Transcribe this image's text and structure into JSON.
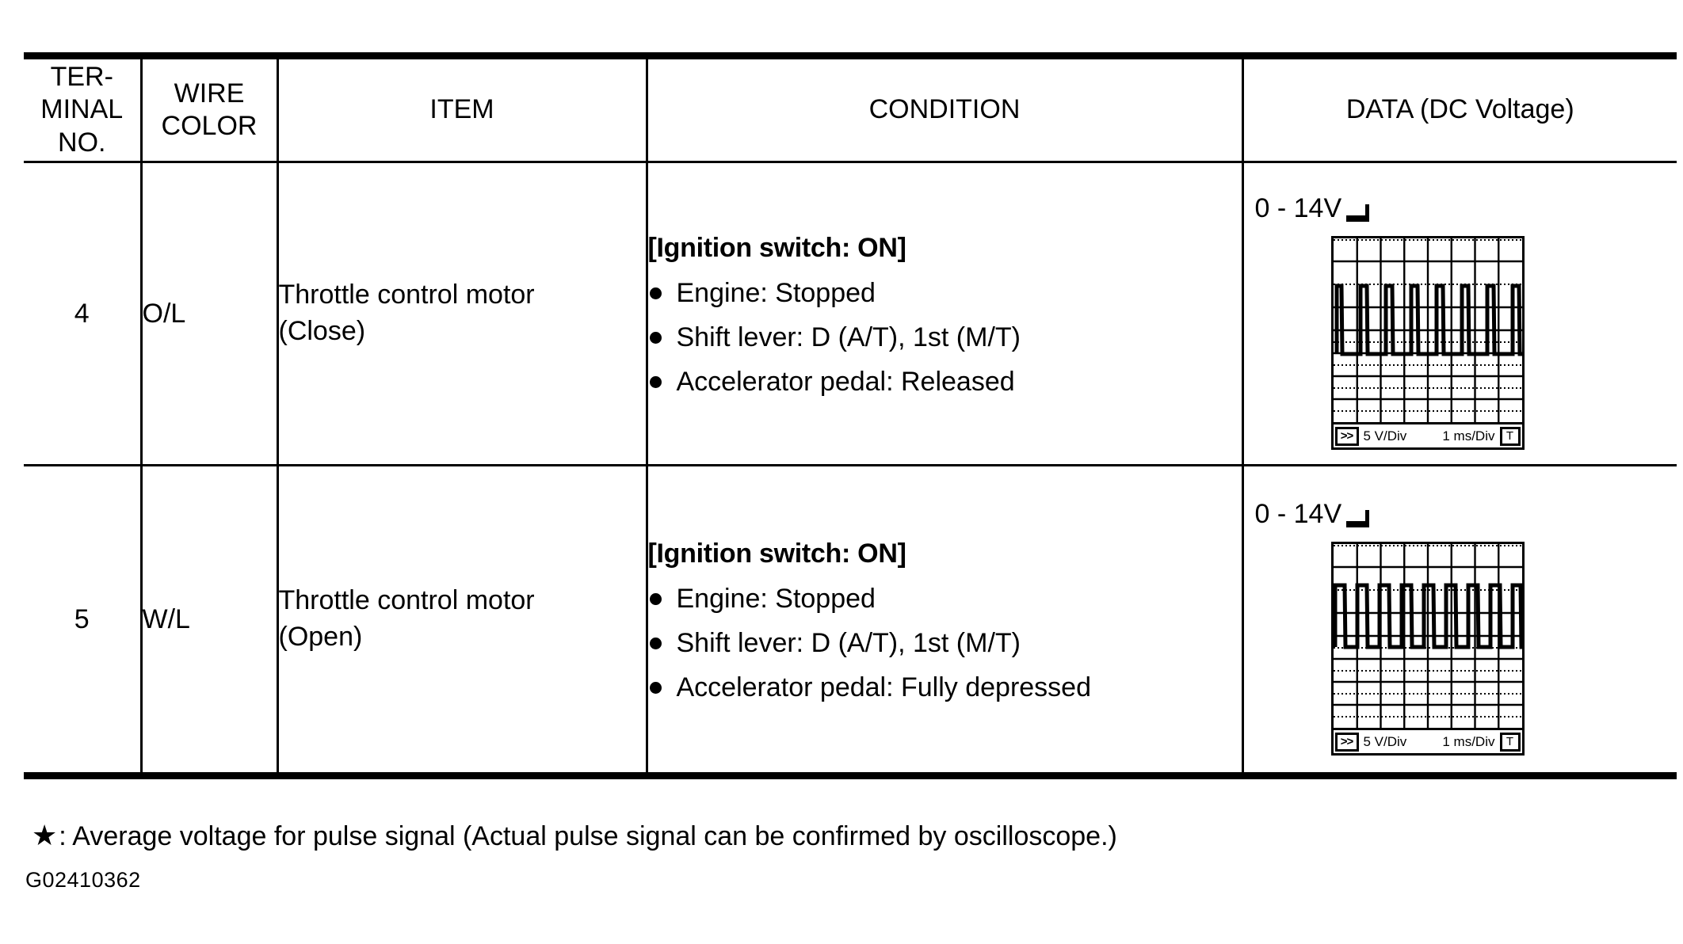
{
  "table": {
    "headers": {
      "terminal_no": "TER-\nMINAL\nNO.",
      "terminal_no_lines": [
        "TER-",
        "MINAL",
        "NO."
      ],
      "wire_color_lines": [
        "WIRE",
        "COLOR"
      ],
      "item": "ITEM",
      "condition": "CONDITION",
      "data": "DATA (DC Voltage)"
    },
    "rows": [
      {
        "terminal_no": "4",
        "wire_color": "O/L",
        "item_lines": [
          "Throttle control motor",
          "(Close)"
        ],
        "condition_heading": "[Ignition switch: ON]",
        "condition_bullets": [
          "Engine: Stopped",
          "Shift lever: D (A/T), 1st (M/T)",
          "Accelerator pedal: Released"
        ],
        "data_value": "0 - 14V",
        "data_mark": "pulse-flag-icon",
        "scope": {
          "v_div": "5 V/Div",
          "t_div": "1 ms/Div",
          "ff_label": ">>",
          "trigger_label": "T",
          "duty_percent": 20,
          "pulses": 7,
          "grid_cols": 8,
          "grid_rows": 8
        }
      },
      {
        "terminal_no": "5",
        "wire_color": "W/L",
        "item_lines": [
          "Throttle control motor",
          "(Open)"
        ],
        "condition_heading": "[Ignition switch: ON]",
        "condition_bullets": [
          "Engine: Stopped",
          "Shift lever: D (A/T), 1st (M/T)",
          "Accelerator pedal: Fully depressed"
        ],
        "data_value": "0 - 14V",
        "data_mark": "pulse-flag-icon",
        "scope": {
          "v_div": "5 V/Div",
          "t_div": "1 ms/Div",
          "ff_label": ">>",
          "trigger_label": "T",
          "duty_percent": 45,
          "pulses": 8,
          "grid_cols": 8,
          "grid_rows": 8
        }
      }
    ]
  },
  "footnote": {
    "star": "★",
    "text": ": Average voltage for pulse signal (Actual pulse signal can be confirmed by oscilloscope.)"
  },
  "figure_id": "G02410362",
  "colors": {
    "ink": "#000000",
    "paper": "#ffffff"
  }
}
